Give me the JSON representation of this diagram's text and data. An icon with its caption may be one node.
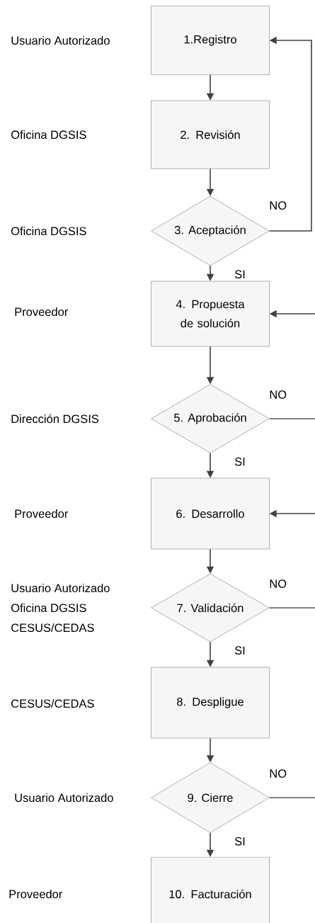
{
  "diagram": {
    "nodes": [
      {
        "text": [
          "1.Registro"
        ]
      },
      {
        "text": [
          "2. Revisión"
        ]
      },
      {
        "text": [
          "3. Aceptación"
        ]
      },
      {
        "text": [
          "4. Propuesta de solución"
        ]
      },
      {
        "text": [
          "5. Aprobación"
        ]
      },
      {
        "text": [
          "6. Desarrollo"
        ]
      },
      {
        "text": [
          "7. Validación"
        ]
      },
      {
        "text": [
          "8. Despligue"
        ]
      },
      {
        "text": [
          "9. Cierre"
        ]
      },
      {
        "text": [
          "10. Facturación"
        ]
      }
    ],
    "edges": [
      {
        "from": 0,
        "to": 1,
        "arrow": "to"
      },
      {
        "from": 1,
        "to": 2,
        "arrow": "to"
      },
      {
        "from": 2,
        "to": 3,
        "arrow": "to",
        "label": "SI"
      },
      {
        "from": 2,
        "to": 0,
        "arrow": "to",
        "label": "NO"
      },
      {
        "from": 3,
        "to": 4,
        "arrow": "to"
      },
      {
        "from": 4,
        "to": 5,
        "arrow": "to",
        "label": "SI"
      },
      {
        "from": 4,
        "to": null,
        "arrow": "none",
        "label": "NO"
      },
      {
        "from": null,
        "to": 3,
        "arrow": "to"
      },
      {
        "from": 5,
        "to": 6,
        "arrow": "to"
      },
      {
        "from": 6,
        "to": 7,
        "arrow": "to",
        "label": "SI"
      },
      {
        "from": 6,
        "to": null,
        "arrow": "none",
        "label": "NO"
      },
      {
        "from": null,
        "to": 5,
        "arrow": "to"
      },
      {
        "from": 7,
        "to": 8,
        "arrow": "to"
      },
      {
        "from": 8,
        "to": 9,
        "arrow": "to",
        "label": "SI"
      },
      {
        "from": 8,
        "to": null,
        "arrow": "none",
        "label": "NO"
      }
    ],
    "labels": [
      "Usuario Autorizado",
      "Oficina DGSIS",
      "Oficina DGSIS",
      "Proveedor",
      "Dirección DGSIS",
      "Proveedor",
      "Usuario Autorizado",
      "Oficina DGSIS",
      "CESUS/CEDAS",
      "CESUS/CEDAS",
      "Usuario Autorizado",
      "Proveedor"
    ]
  }
}
